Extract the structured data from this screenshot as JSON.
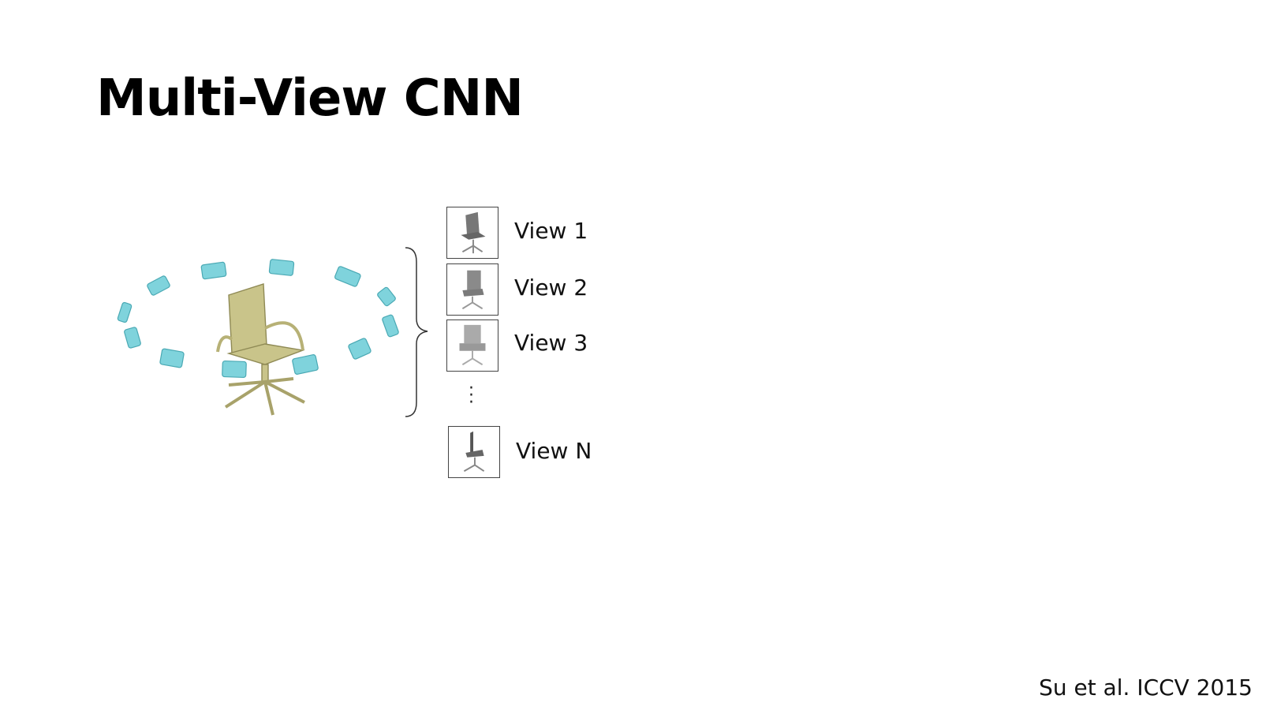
{
  "slide": {
    "title": "Multi-View CNN",
    "citation": "Su et al. ICCV 2015"
  },
  "views": [
    {
      "label": "View 1"
    },
    {
      "label": "View 2"
    },
    {
      "label": "View 3"
    },
    {
      "label": "View N"
    }
  ],
  "colors": {
    "camera": "#7fd3dc",
    "chair": "#c9c48a",
    "view_render": "#8a8a8a"
  }
}
